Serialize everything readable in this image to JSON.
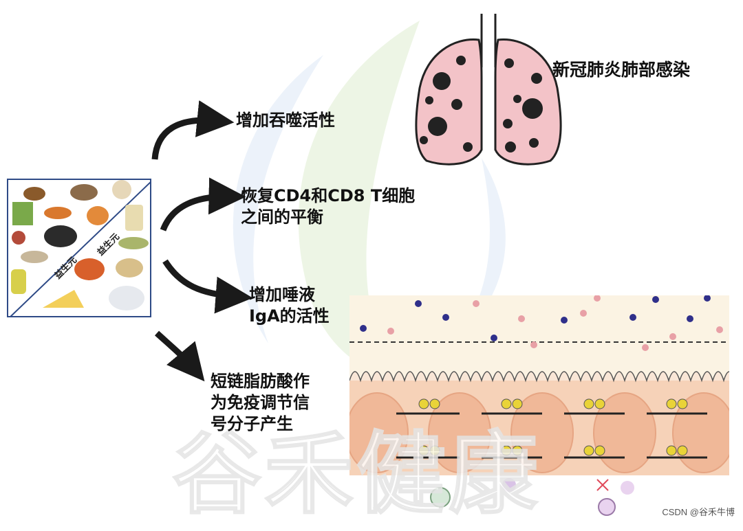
{
  "labels": {
    "phagocytosis": "增加吞噬活性",
    "cd4_cd8": "恢复CD4和CD8 T细胞\n之间的平衡",
    "iga": "增加唾液\nIgA的活性",
    "scfa": "短链脂肪酸作\n为免疫调节信\n号分子产生",
    "lung_infection": "新冠肺炎肺部感染"
  },
  "food_panel": {
    "prebiotic_tag": "益生元",
    "probiotic_tag": "益生元"
  },
  "watermarks": {
    "center_text": "谷禾健康",
    "source": "CSDN @谷禾牛博"
  },
  "colors": {
    "arrow": "#1a1a1a",
    "lung_fill": "#f3c3c8",
    "virus": "#222222",
    "mucosa": "#f6d2b8",
    "bacteria_blue": "#2f2f8a",
    "bacteria_pink": "#e8a0a6",
    "panel_border": "#2e4a86"
  }
}
